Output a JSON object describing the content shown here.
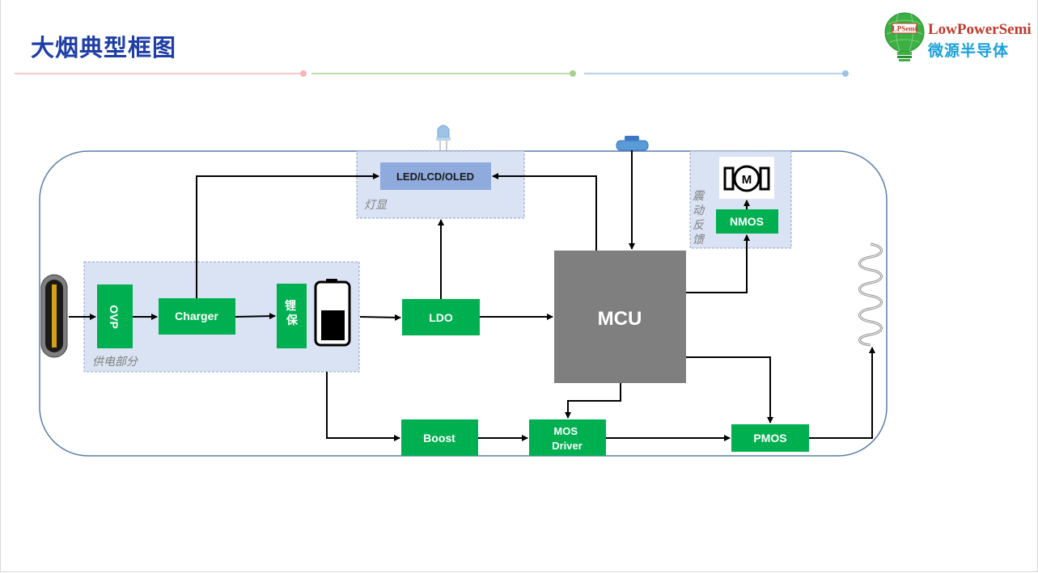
{
  "header": {
    "title": "大烟典型框图",
    "logo_en": "LowPowerSemi",
    "logo_badge": "LPSemi",
    "logo_cn": "微源半导体"
  },
  "colors": {
    "title": "#1f3fa6",
    "block_green": "#00b050",
    "group_fill": "#dae3f3",
    "mcu_gray": "#7f7f7f",
    "display_block": "#8faadc",
    "line_red": "#f4b6b6",
    "line_green": "#a9d18e",
    "line_blue": "#9dc3e6"
  },
  "groups": {
    "power": "供电部分",
    "display": "灯显",
    "vibration": "震动反馈"
  },
  "blocks": {
    "ovp": "OVP",
    "charger": "Charger",
    "li_protect": "锂保",
    "ldo": "LDO",
    "mcu": "MCU",
    "display": "LED/LCD/OLED",
    "nmos": "NMOS",
    "motor": "M",
    "boost": "Boost",
    "mos_driver_line1": "MOS",
    "mos_driver_line2": "Driver",
    "pmos": "PMOS"
  },
  "icons": [
    "usb-c-connector-icon",
    "battery-icon",
    "led-bulb-icon",
    "button-icon",
    "motor-icon",
    "heating-coil-icon",
    "logo-bulb-icon"
  ]
}
